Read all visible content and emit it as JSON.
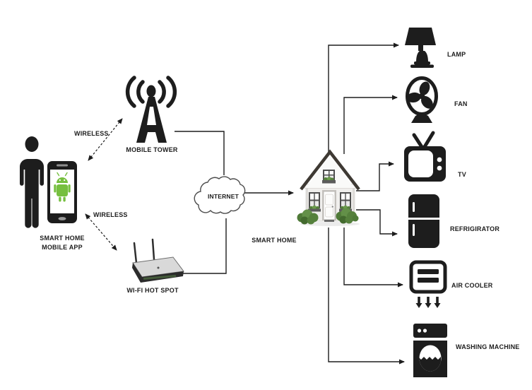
{
  "nodes": {
    "user": {
      "label_line1": "SMART HOME",
      "label_line2": "MOBILE APP"
    },
    "mobile_tower": {
      "label": "MOBILE TOWER"
    },
    "wifi_hotspot": {
      "label": "WI-FI HOT SPOT"
    },
    "internet": {
      "label": "INTERNET"
    },
    "smart_home": {
      "label": "SMART HOME"
    }
  },
  "links": {
    "wireless_tower": {
      "label": "WIRELESS"
    },
    "wireless_hotspot": {
      "label": "WIRELESS"
    }
  },
  "devices": [
    {
      "name": "lamp",
      "label": "LAMP"
    },
    {
      "name": "fan",
      "label": "FAN"
    },
    {
      "name": "tv",
      "label": "TV"
    },
    {
      "name": "refrigerator",
      "label": "REFRIGIRATOR"
    },
    {
      "name": "air-cooler",
      "label": "AIR COOLER"
    },
    {
      "name": "washing-machine",
      "label": "WASHING MACHINE"
    }
  ],
  "colors": {
    "line": "#1d1d1d",
    "icon": "#1d1d1d",
    "android_green": "#76BF3F",
    "bush_green": "#55803C",
    "background": "#ffffff"
  }
}
